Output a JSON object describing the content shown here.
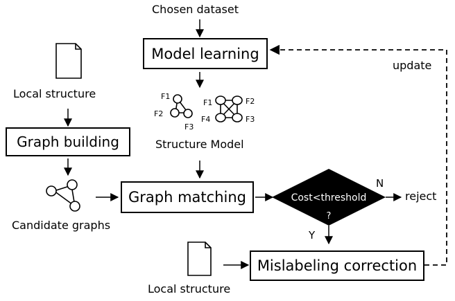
{
  "labels": {
    "chosen_dataset": "Chosen dataset",
    "local_structure_top": "Local structure",
    "local_structure_bottom": "Local structure",
    "structure_model": "Structure Model",
    "candidate_graphs": "Candidate graphs",
    "update": "update",
    "reject": "reject",
    "branch_yes": "Y",
    "branch_no": "N"
  },
  "boxes": {
    "model_learning": "Model learning",
    "graph_building": "Graph building",
    "graph_matching": "Graph matching",
    "mislabeling_correction": "Mislabeling correction"
  },
  "decision": {
    "line1": "Cost<threshold",
    "line2": "?"
  },
  "structure_models": {
    "model_a": {
      "nodes": [
        "F1",
        "F2",
        "F3"
      ]
    },
    "model_b": {
      "nodes": [
        "F1",
        "F2",
        "F3",
        "F4"
      ]
    }
  },
  "colors": {
    "decision_fill": "#000000",
    "decision_text": "#ffffff",
    "stroke": "#000000"
  }
}
